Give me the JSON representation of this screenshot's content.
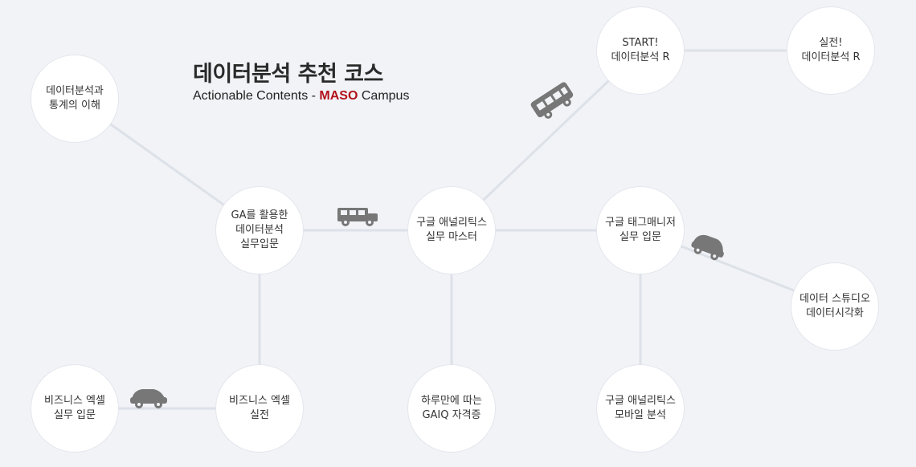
{
  "header": {
    "title": "데이터분석 추천 코스",
    "subtitle_prefix": "Actionable Contents - ",
    "subtitle_brand": "MASO",
    "subtitle_suffix": " Campus"
  },
  "colors": {
    "brand": "#b3121b",
    "background": "#f1f3f7",
    "node_fill": "#ffffff",
    "link": "#dde1e8",
    "car": "#777777"
  },
  "nodes": [
    {
      "id": "intro-stats",
      "label": "데이터분석과\n통계의 이해"
    },
    {
      "id": "ga-analysis",
      "label": "GA를 활용한\n데이터분석\n실무입문"
    },
    {
      "id": "ga-master",
      "label": "구글 애널리틱스\n실무 마스터"
    },
    {
      "id": "start-r",
      "label": "START!\n데이터분석 R"
    },
    {
      "id": "practice-r",
      "label": "실전!\n데이터분석 R"
    },
    {
      "id": "gtm-intro",
      "label": "구글 태그매니저\n실무 입문"
    },
    {
      "id": "data-studio",
      "label": "데이터 스튜디오\n데이터시각화"
    },
    {
      "id": "excel-intro",
      "label": "비즈니스 엑셀\n실무 입문"
    },
    {
      "id": "excel-practice",
      "label": "비즈니스 엑셀\n실전"
    },
    {
      "id": "gaiq",
      "label": "하루만에 따는\nGAIQ 자격증"
    },
    {
      "id": "ga-mobile",
      "label": "구글 애널리틱스\n모바일 분석"
    }
  ],
  "links": [
    [
      "intro-stats",
      "ga-analysis"
    ],
    [
      "ga-analysis",
      "ga-master"
    ],
    [
      "ga-master",
      "gtm-intro"
    ],
    [
      "ga-master",
      "start-r"
    ],
    [
      "start-r",
      "practice-r"
    ],
    [
      "gtm-intro",
      "data-studio"
    ],
    [
      "ga-analysis",
      "excel-practice"
    ],
    [
      "excel-intro",
      "excel-practice"
    ],
    [
      "ga-master",
      "gaiq"
    ],
    [
      "gtm-intro",
      "ga-mobile"
    ]
  ],
  "vehicles": [
    {
      "type": "suv-icon"
    },
    {
      "type": "jeep-icon"
    },
    {
      "type": "compact-car-icon"
    },
    {
      "type": "compact-car-icon"
    }
  ]
}
